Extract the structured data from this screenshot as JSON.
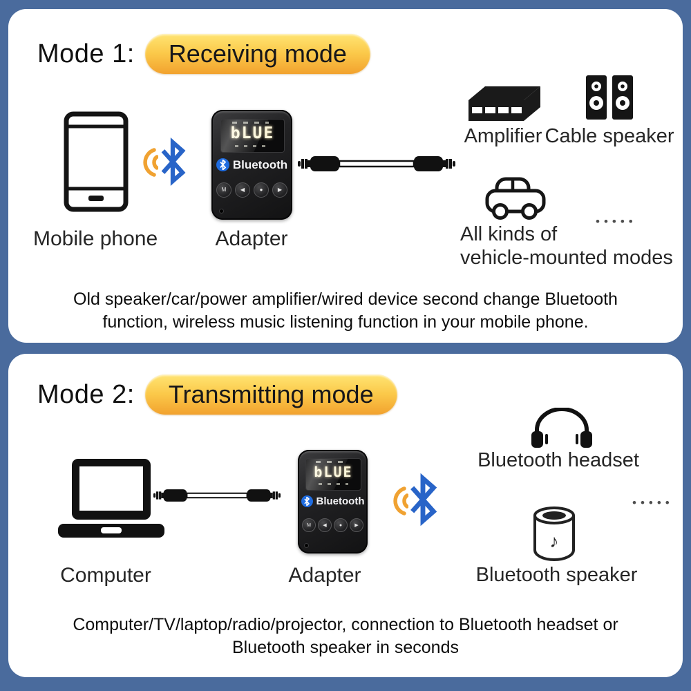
{
  "colors": {
    "frame_blue": "#4a6b9d",
    "panel_white": "#ffffff",
    "badge_yellow_top": "#ffe473",
    "badge_yellow_bottom": "#f2a22e",
    "bluetooth_blue": "#2864c8",
    "signal_orange": "#f0a232",
    "text_dark": "#1a1a1a"
  },
  "mode1": {
    "heading_prefix": "Mode 1:",
    "heading_badge": "Receiving mode",
    "label_mobile_phone": "Mobile phone",
    "label_adapter": "Adapter",
    "label_amplifier": "Amplifier",
    "label_cable_speaker": "Cable speaker",
    "label_vehicle_line1": "All kinds of",
    "label_vehicle_line2": "vehicle-mounted modes",
    "dots": "•••••",
    "description_line1": "Old speaker/car/power amplifier/wired device second change Bluetooth",
    "description_line2": "function, wireless music listening function in your mobile phone."
  },
  "mode2": {
    "heading_prefix": "Mode 2:",
    "heading_badge": "Transmitting mode",
    "label_computer": "Computer",
    "label_adapter": "Adapter",
    "label_bluetooth_headset": "Bluetooth headset",
    "label_bluetooth_speaker": "Bluetooth speaker",
    "dots": "•••••",
    "description_line1": "Computer/TV/laptop/radio/projector, connection to Bluetooth headset or",
    "description_line2": "Bluetooth speaker in seconds"
  },
  "adapter_device": {
    "display_text": "bLUE",
    "brand": "Bluetooth",
    "buttons": [
      "M",
      "◀",
      "●",
      "▶"
    ]
  },
  "icons": {
    "music_note": "♪"
  }
}
